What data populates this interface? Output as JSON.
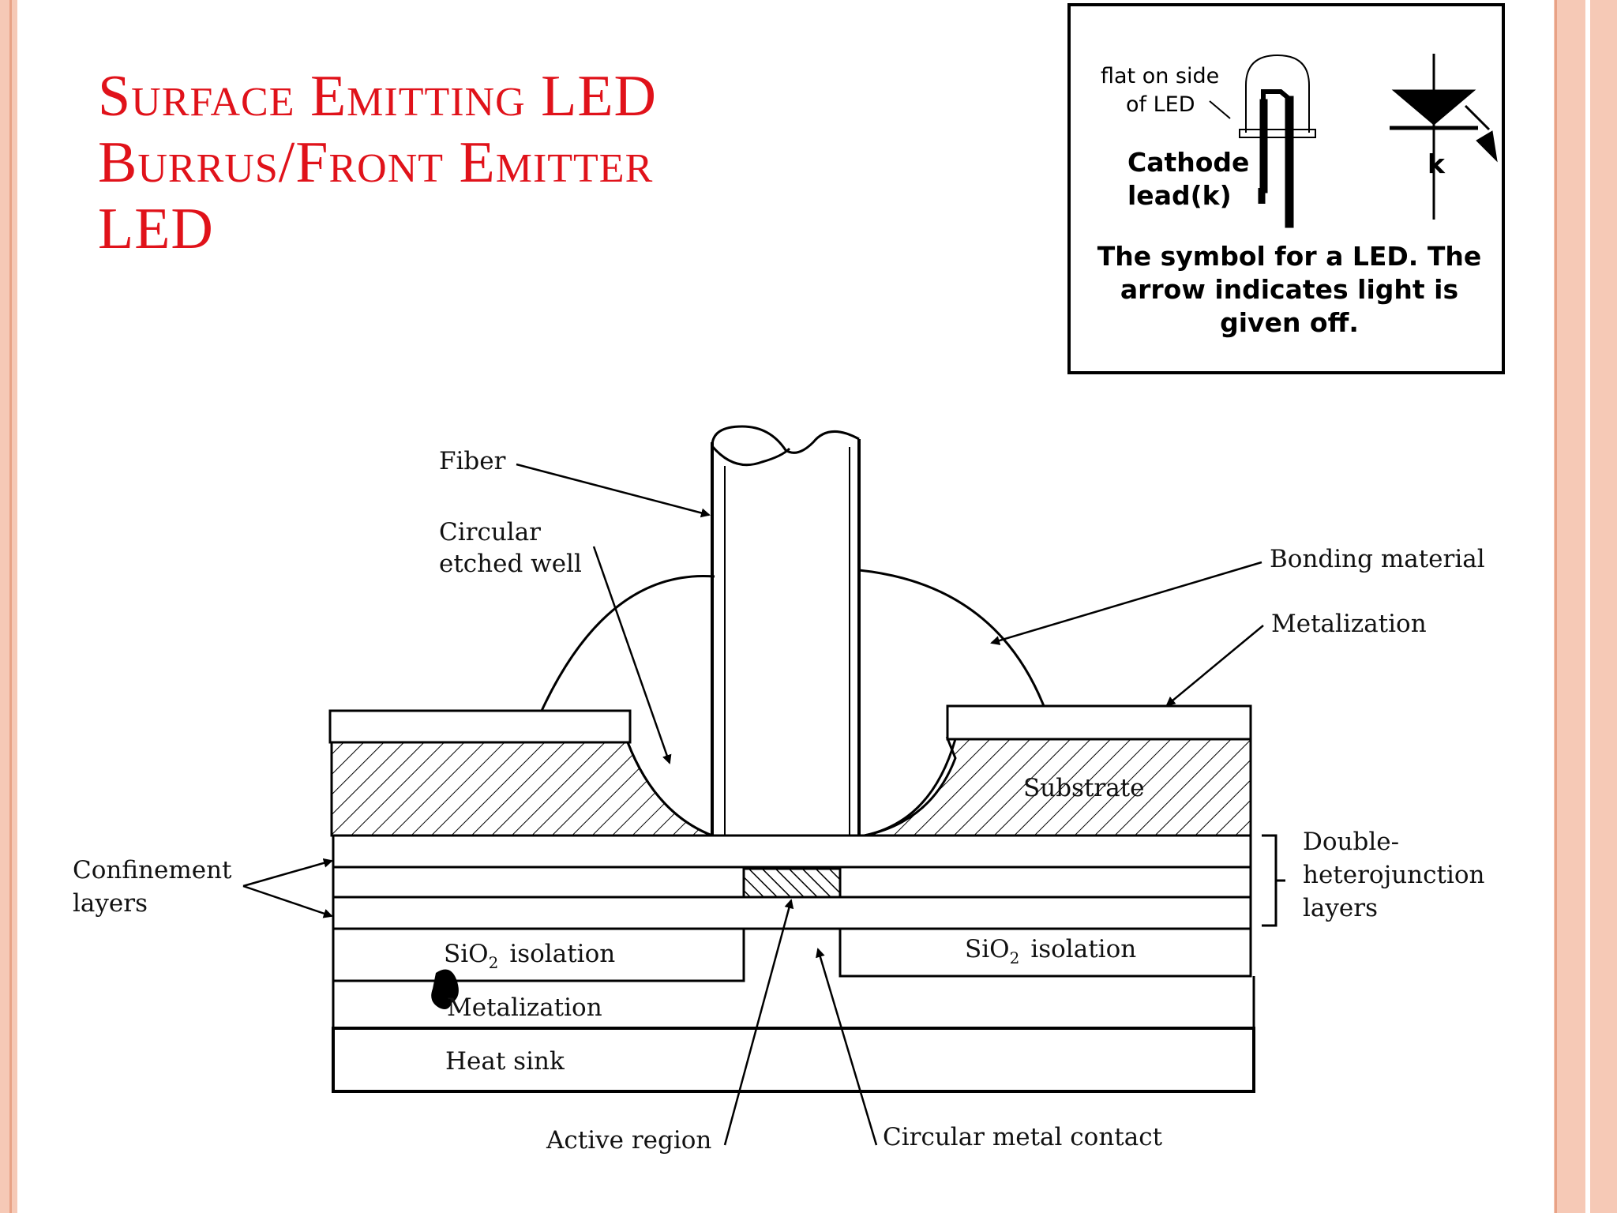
{
  "slide": {
    "title_lines": [
      "Surface Emitting LED",
      "Burrus/Front Emitter",
      "LED"
    ]
  },
  "inset": {
    "flat_label_line1": "flat on side",
    "flat_label_line2": "of LED",
    "cathode_line1": "Cathode",
    "cathode_line2": "lead(k)",
    "symbol_letter": "k",
    "caption_lines": [
      "The symbol for a LED. The",
      "arrow indicates light is",
      "given off."
    ]
  },
  "diagram": {
    "labels": {
      "fiber": "Fiber",
      "etched_well_line1": "Circular",
      "etched_well_line2": "etched well",
      "bonding_material": "Bonding material",
      "metalization_top": "Metalization",
      "substrate": "Substrate",
      "confinement_line1": "Confinement",
      "confinement_line2": "layers",
      "dh_line1": "Double-",
      "dh_line2": "heterojunction",
      "dh_line3": "layers",
      "sio2_left_main": "SiO",
      "sio2_left_sub": "2",
      "sio2_left_rest": "isolation",
      "sio2_right_main": "SiO",
      "sio2_right_sub": "2",
      "sio2_right_rest": "isolation",
      "metalization_bottom": "Metalization",
      "heat_sink": "Heat sink",
      "active_region": "Active region",
      "circular_metal_contact": "Circular metal contact"
    }
  }
}
